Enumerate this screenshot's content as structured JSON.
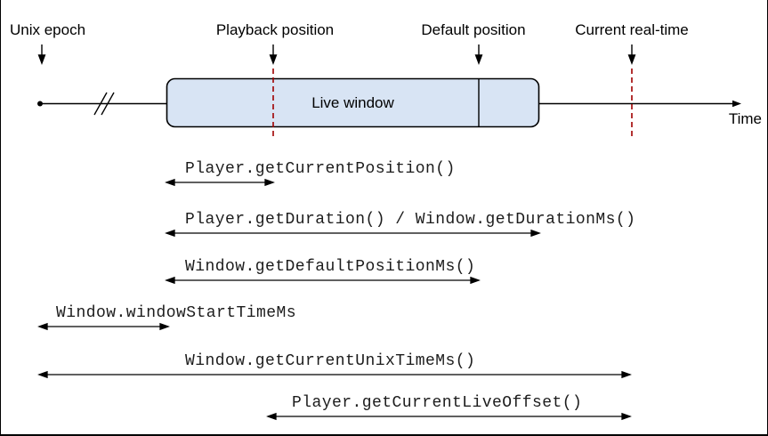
{
  "markers": {
    "unix_epoch": "Unix epoch",
    "playback_position": "Playback position",
    "default_position": "Default position",
    "current_real_time": "Current real-time"
  },
  "timeline": {
    "live_window_label": "Live window",
    "time_label": "Time"
  },
  "annotations": {
    "rows": [
      {
        "label": "Player.getCurrentPosition()"
      },
      {
        "label": "Player.getDuration() / Window.getDurationMs()"
      },
      {
        "label": "Window.getDefaultPositionMs()"
      },
      {
        "label": "Window.windowStartTimeMs"
      },
      {
        "label": "Window.getCurrentUnixTimeMs()"
      },
      {
        "label": "Player.getCurrentLiveOffset()"
      }
    ]
  },
  "colors": {
    "live_window_fill": "#d8e4f4",
    "marker_red": "#a00000",
    "line_black": "#000000"
  }
}
